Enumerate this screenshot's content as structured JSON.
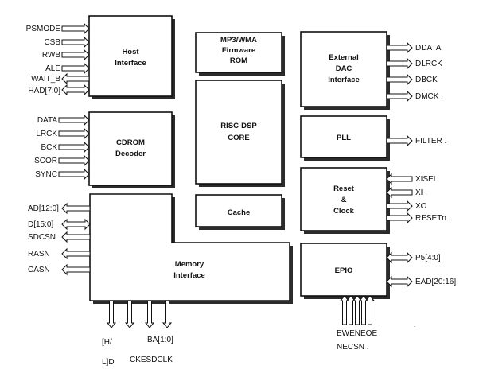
{
  "blocks": {
    "host": [
      "Host",
      "Interface"
    ],
    "cdrom": [
      "CDROM",
      "Decoder"
    ],
    "memory": [
      "Memory",
      "Interface"
    ],
    "rom": [
      "MP3/WMA",
      "Firmware",
      "ROM"
    ],
    "risc": [
      "RISC-DSP",
      "CORE"
    ],
    "cache": [
      "Cache"
    ],
    "dac": [
      "External",
      "DAC",
      "Interface"
    ],
    "pll": [
      "PLL"
    ],
    "reset": [
      "Reset",
      "&",
      "Clock"
    ],
    "epio": [
      "EPIO"
    ]
  },
  "signals_left": {
    "host": [
      "PSMODE",
      "CSB",
      "RWB",
      "ALE",
      "WAIT_B",
      "HAD[7:0]"
    ],
    "cdrom": [
      "DATA",
      "LRCK",
      "BCK",
      "SCOR",
      "SYNC"
    ],
    "memory": [
      "AD[12:0]",
      "D[15:0]",
      "SDCSN",
      "RASN",
      "CASN"
    ]
  },
  "signals_right": {
    "dac": [
      "DDATA",
      "DLRCK",
      "DBCK",
      "DMCK ."
    ],
    "pll": [
      "FILTER ."
    ],
    "reset": [
      "XISEL",
      "XI .",
      "XO",
      "RESETn ."
    ],
    "epio": [
      "P5[4:0]",
      "EAD[20:16]"
    ]
  },
  "signals_bottom": {
    "memory_line1": [
      "[H/",
      "BA[1:0]"
    ],
    "memory_line2": [
      "L]D",
      "CKESDCLK"
    ],
    "epio_line1": "EWENEOE",
    "epio_line2": "NECSN ."
  }
}
